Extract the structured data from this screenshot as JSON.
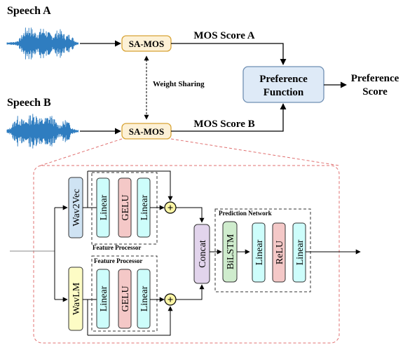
{
  "speech_a": "Speech A",
  "speech_b": "Speech B",
  "sa_mos_top": "SA-MOS",
  "sa_mos_bottom": "SA-MOS",
  "weight_sharing": "Weight Sharing",
  "mos_score_a": "MOS Score A",
  "mos_score_b": "MOS Score B",
  "preference_function": [
    "Preference",
    "Function"
  ],
  "preference_score": [
    "Preference",
    "Score"
  ],
  "wav2vec": "Wav2Vec",
  "wavlm": "WavLM",
  "feature_processor_top": "Feature Processor",
  "feature_processor_bottom": "Feature Processor",
  "fp_top_blocks": [
    "Linear",
    "GELU",
    "Linear"
  ],
  "fp_bottom_blocks": [
    "Linear",
    "GELU",
    "Linear"
  ],
  "concat": "Concat",
  "prediction_network": "Prediction Network",
  "pn_blocks": [
    "BiLSTM",
    "Linear",
    "ReLU",
    "Linear"
  ],
  "plus_symbol": "+",
  "colors": {
    "sa_mos_fill": "#fdf1d6",
    "sa_mos_stroke": "#d8a436",
    "pref_fill": "#deeaf7",
    "pref_stroke": "#6f8fb3",
    "wav2vec_fill": "#cfe3f3",
    "wavlm_fill": "#fdfcc5",
    "linear_fill": "#cdfdfb",
    "gelu_fill": "#f4c8c7",
    "concat_fill": "#e2d4ec",
    "bilstm_fill": "#cfeccd",
    "plus_fill": "#fdf6a5",
    "dashed_red": "#e07070",
    "waveform": "#2f7dc0"
  }
}
